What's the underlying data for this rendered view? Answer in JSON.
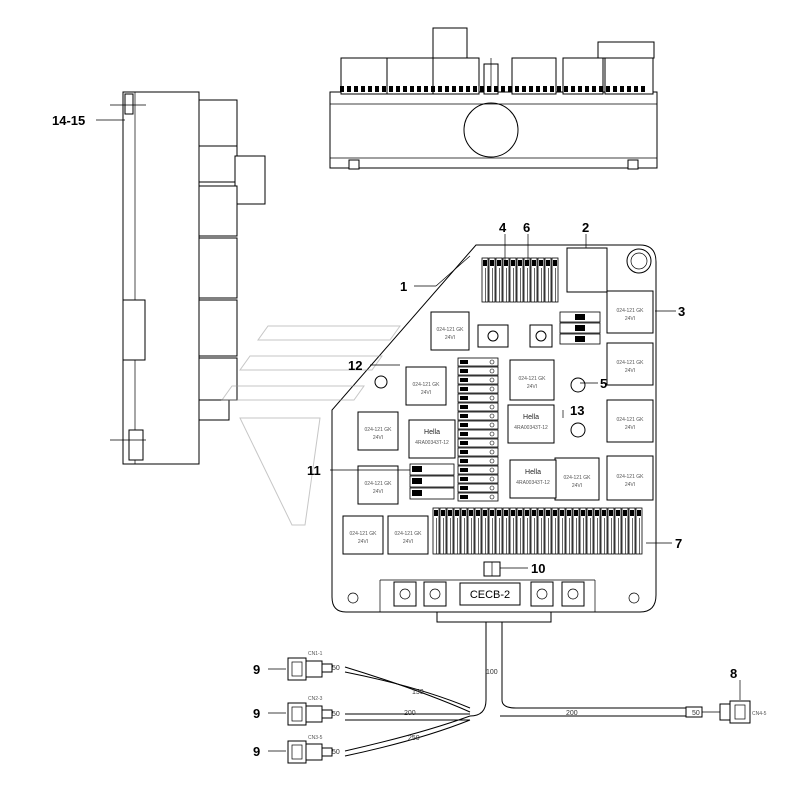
{
  "board_label": "CECB-2",
  "callouts": {
    "c1": "1",
    "c2": "2",
    "c3": "3",
    "c4": "4",
    "c5": "5",
    "c6": "6",
    "c7": "7",
    "c8": "8",
    "c9a": "9",
    "c9b": "9",
    "c9c": "9",
    "c10": "10",
    "c11": "11",
    "c12": "12",
    "c13": "13",
    "c1415": "14-15"
  },
  "relay_text": {
    "line1": "024-121 GK",
    "line2": "24VI"
  },
  "hella_text": {
    "name": "Hella",
    "code": "4RA00343T-12"
  },
  "dimensions": {
    "d100": "100",
    "d150": "150",
    "d200a": "200",
    "d250": "250",
    "d200b": "200",
    "d50a": "50",
    "d50b": "50",
    "d50c": "50",
    "d50d": "50"
  },
  "connector_tags": {
    "t1": "CN1-1",
    "t2": "CN2-3",
    "t3": "CN3-5",
    "t4": "CN4-5"
  }
}
